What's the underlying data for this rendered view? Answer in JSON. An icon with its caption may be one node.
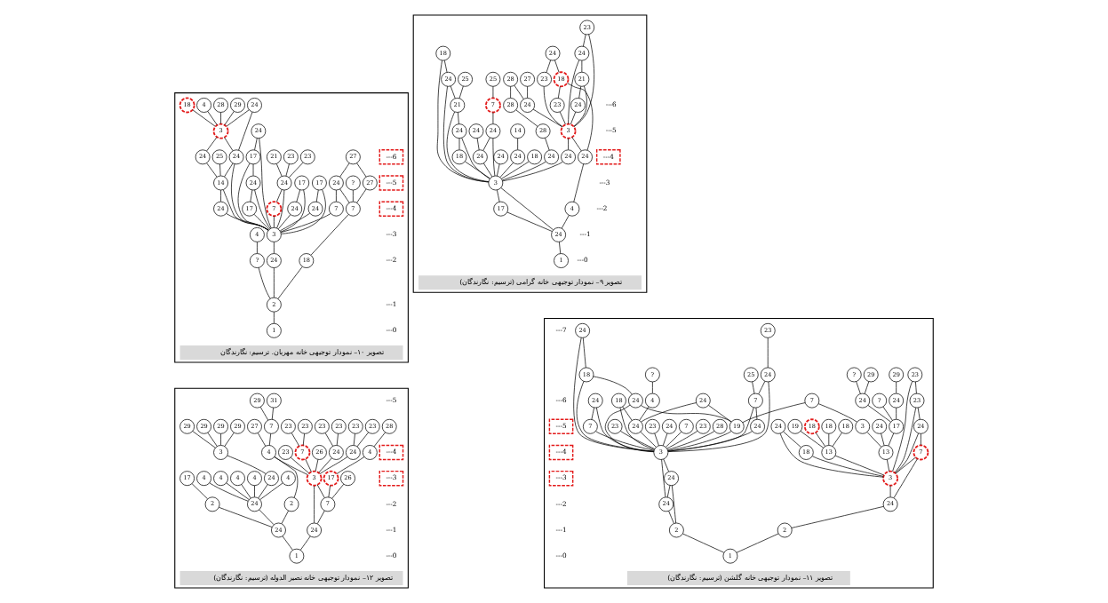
{
  "diagram": {
    "nodes": [
      {
        "text": [
          "تصویر ۱۰– نمودار توجیهی خانه مهربان. ترسیم: نگارندگان"
        ]
      },
      {
        "text": [
          "1"
        ],
        "in": 0
      },
      {
        "text": [
          "2"
        ],
        "in": 0
      },
      {
        "text": [
          "?"
        ],
        "in": 0
      },
      {
        "text": [
          "24"
        ],
        "in": 0
      },
      {
        "text": [
          "18"
        ],
        "in": 0
      },
      {
        "text": [
          "4"
        ],
        "in": 0
      },
      {
        "text": [
          "3"
        ],
        "in": 0
      },
      {
        "text": [
          "7"
        ],
        "in": 0
      },
      {
        "text": [
          "17"
        ],
        "in": 0
      },
      {
        "text": [
          "24"
        ],
        "in": 0
      },
      {
        "text": [
          "17"
        ],
        "in": 0
      },
      {
        "text": [
          "24"
        ],
        "in": 0
      },
      {
        "text": [
          "24"
        ],
        "in": 0
      },
      {
        "text": [
          "14"
        ],
        "in": 0
      },
      {
        "text": [
          "24"
        ],
        "in": 0
      },
      {
        "text": [
          "7"
        ],
        "in": 0
      },
      {
        "text": [
          "24"
        ],
        "in": 0
      },
      {
        "text": [
          "24"
        ],
        "in": 0
      },
      {
        "text": [
          "17"
        ],
        "in": 0
      },
      {
        "text": [
          "24"
        ],
        "in": 0
      },
      {
        "text": [
          "17"
        ],
        "in": 0
      },
      {
        "text": [
          "7"
        ],
        "in": 0
      },
      {
        "text": [
          "24"
        ],
        "in": 0
      },
      {
        "text": [
          "27"
        ],
        "in": 0
      },
      {
        "text": [
          "?"
        ],
        "in": 0
      },
      {
        "text": [
          "25"
        ],
        "in": 0
      },
      {
        "text": [
          "24"
        ],
        "in": 0
      },
      {
        "text": [
          "3"
        ],
        "in": 0
      },
      {
        "text": [
          "24"
        ],
        "in": 0
      },
      {
        "text": [
          "21"
        ],
        "in": 0
      },
      {
        "text": [
          "23"
        ],
        "in": 0
      },
      {
        "text": [
          "23"
        ],
        "in": 0
      },
      {
        "text": [
          "27"
        ],
        "in": 0
      },
      {
        "text": [
          "18"
        ],
        "in": 0
      },
      {
        "text": [
          "4"
        ],
        "in": 0
      },
      {
        "text": [
          "28"
        ],
        "in": 0
      },
      {
        "text": [
          "29"
        ],
        "in": 0
      },
      {
        "text": [
          "تصویر ۹– نمودار توجیهی خانه گرامی (ترسیم: نگارندگان)"
        ]
      },
      {
        "text": [
          "1"
        ],
        "in": 38
      },
      {
        "text": [
          "24"
        ],
        "in": 38
      },
      {
        "text": [
          "17"
        ],
        "in": 38
      },
      {
        "text": [
          "3"
        ],
        "in": 38
      },
      {
        "text": [
          "4"
        ],
        "in": 38
      },
      {
        "text": [
          "18"
        ],
        "in": 38
      },
      {
        "text": [
          "24"
        ],
        "in": 38
      },
      {
        "text": [
          "21"
        ],
        "in": 38
      },
      {
        "text": [
          "24"
        ],
        "in": 38
      },
      {
        "text": [
          "18"
        ],
        "in": 38
      },
      {
        "text": [
          "24"
        ],
        "in": 38
      },
      {
        "text": [
          "24"
        ],
        "in": 38
      },
      {
        "text": [
          "24"
        ],
        "in": 38
      },
      {
        "text": [
          "24"
        ],
        "in": 38
      },
      {
        "text": [
          "24"
        ],
        "in": 38
      },
      {
        "text": [
          "18"
        ],
        "in": 38
      },
      {
        "text": [
          "24"
        ],
        "in": 38
      },
      {
        "text": [
          "24"
        ],
        "in": 38
      },
      {
        "text": [
          "25"
        ],
        "in": 38
      },
      {
        "text": [
          "24"
        ],
        "in": 38
      },
      {
        "text": [
          "7"
        ],
        "in": 38
      },
      {
        "text": [
          "14"
        ],
        "in": 38
      },
      {
        "text": [
          "28"
        ],
        "in": 38
      },
      {
        "text": [
          "3"
        ],
        "in": 38
      },
      {
        "text": [
          "23"
        ],
        "in": 38
      },
      {
        "text": [
          "18"
        ],
        "in": 38
      },
      {
        "text": [
          "25"
        ],
        "in": 38
      },
      {
        "text": [
          "28"
        ],
        "in": 38
      },
      {
        "text": [
          "24"
        ],
        "in": 38
      },
      {
        "text": [
          "24"
        ],
        "in": 38
      },
      {
        "text": [
          "21"
        ],
        "in": 38
      },
      {
        "text": [
          "24"
        ],
        "in": 38
      },
      {
        "text": [
          "23"
        ],
        "in": 38
      },
      {
        "text": [
          "23"
        ],
        "in": 38
      },
      {
        "text": [
          "24"
        ],
        "in": 38
      },
      {
        "text": [
          "28"
        ],
        "in": 38
      },
      {
        "text": [
          "27"
        ],
        "in": 38
      },
      {
        "text": [
          "تصویر ۱۲– نمودار توجیهی خانه نصیر الدوله (ترسیم: نگارندگان)"
        ]
      },
      {
        "text": [
          "1"
        ],
        "in": 76
      },
      {
        "text": [
          "24"
        ],
        "in": 76
      },
      {
        "text": [
          "24"
        ],
        "in": 76
      },
      {
        "text": [
          "7"
        ],
        "in": 76
      },
      {
        "text": [
          "3"
        ],
        "in": 76
      },
      {
        "text": [
          "2"
        ],
        "in": 76
      },
      {
        "text": [
          "2"
        ],
        "in": 76
      },
      {
        "text": [
          "24"
        ],
        "in": 76
      },
      {
        "text": [
          "26"
        ],
        "in": 76
      },
      {
        "text": [
          "17"
        ],
        "in": 76
      },
      {
        "text": [
          "26"
        ],
        "in": 76
      },
      {
        "text": [
          "7"
        ],
        "in": 76
      },
      {
        "text": [
          "24"
        ],
        "in": 76
      },
      {
        "text": [
          "23"
        ],
        "in": 76
      },
      {
        "text": [
          "24"
        ],
        "in": 76
      },
      {
        "text": [
          "4"
        ],
        "in": 76
      },
      {
        "text": [
          "17"
        ],
        "in": 76
      },
      {
        "text": [
          "24"
        ],
        "in": 76
      },
      {
        "text": [
          "4"
        ],
        "in": 76
      },
      {
        "text": [
          "4"
        ],
        "in": 76
      },
      {
        "text": [
          "4"
        ],
        "in": 76
      },
      {
        "text": [
          "4"
        ],
        "in": 76
      },
      {
        "text": [
          "4"
        ],
        "in": 76
      },
      {
        "text": [
          "4"
        ],
        "in": 76
      },
      {
        "text": [
          "23"
        ],
        "in": 76
      },
      {
        "text": [
          "23"
        ],
        "in": 76
      },
      {
        "text": [
          "23"
        ],
        "in": 76
      },
      {
        "text": [
          "23"
        ],
        "in": 76
      },
      {
        "text": [
          "23"
        ],
        "in": 76
      },
      {
        "text": [
          "23"
        ],
        "in": 76
      },
      {
        "text": [
          "7"
        ],
        "in": 76
      },
      {
        "text": [
          "27"
        ],
        "in": 76
      },
      {
        "text": [
          "3"
        ],
        "in": 76
      },
      {
        "text": [
          "28"
        ],
        "in": 76
      },
      {
        "text": [
          "31"
        ],
        "in": 76
      },
      {
        "text": [
          "29"
        ],
        "in": 76
      },
      {
        "text": [
          "29"
        ],
        "in": 76
      },
      {
        "text": [
          "29"
        ],
        "in": 76
      },
      {
        "text": [
          "29"
        ],
        "in": 76
      },
      {
        "text": [
          "29"
        ],
        "in": 76
      },
      {
        "text": [
          "تصویر ۱۱– نمودار توجیهی خانه گلشن (ترسیم: نگارندگان)"
        ]
      },
      {
        "text": [
          "1"
        ],
        "in": 117
      },
      {
        "text": [
          "2"
        ],
        "in": 117
      },
      {
        "text": [
          "2"
        ],
        "in": 117
      },
      {
        "text": [
          "24"
        ],
        "in": 117
      },
      {
        "text": [
          "24"
        ],
        "in": 117
      },
      {
        "text": [
          "24"
        ],
        "in": 117
      },
      {
        "text": [
          "3"
        ],
        "in": 117
      },
      {
        "text": [
          "3"
        ],
        "in": 117
      },
      {
        "text": [
          "7"
        ],
        "in": 117
      },
      {
        "text": [
          "24"
        ],
        "in": 117
      },
      {
        "text": [
          "23"
        ],
        "in": 117
      },
      {
        "text": [
          "23"
        ],
        "in": 117
      },
      {
        "text": [
          "18"
        ],
        "in": 117
      },
      {
        "text": [
          "24"
        ],
        "in": 117
      },
      {
        "text": [
          "13"
        ],
        "in": 117
      },
      {
        "text": [
          "13"
        ],
        "in": 117
      },
      {
        "text": [
          "19"
        ],
        "in": 117
      },
      {
        "text": [
          "24"
        ],
        "in": 117
      },
      {
        "text": [
          "18"
        ],
        "in": 117
      },
      {
        "text": [
          "24"
        ],
        "in": 117
      },
      {
        "text": [
          "7"
        ],
        "in": 117
      },
      {
        "text": [
          "24"
        ],
        "in": 117
      },
      {
        "text": [
          "23"
        ],
        "in": 117
      },
      {
        "text": [
          "24"
        ],
        "in": 117
      },
      {
        "text": [
          "18"
        ],
        "in": 117
      },
      {
        "text": [
          "23"
        ],
        "in": 117
      },
      {
        "text": [
          "24"
        ],
        "in": 117
      },
      {
        "text": [
          "7"
        ],
        "in": 117
      },
      {
        "text": [
          "23"
        ],
        "in": 117
      },
      {
        "text": [
          "28"
        ],
        "in": 117
      },
      {
        "text": [
          "24"
        ],
        "in": 117
      },
      {
        "text": [
          "7"
        ],
        "in": 117
      },
      {
        "text": [
          "24"
        ],
        "in": 117
      },
      {
        "text": [
          "18"
        ],
        "in": 117
      },
      {
        "text": [
          "18"
        ],
        "in": 117
      },
      {
        "text": [
          "18"
        ],
        "in": 117
      },
      {
        "text": [
          "19"
        ],
        "in": 117
      },
      {
        "text": [
          "24"
        ],
        "in": 117
      },
      {
        "text": [
          "17"
        ],
        "in": 117
      },
      {
        "text": [
          "3"
        ],
        "in": 117
      },
      {
        "text": [
          "24"
        ],
        "in": 117
      },
      {
        "text": [
          "4"
        ],
        "in": 117
      },
      {
        "text": [
          "25"
        ],
        "in": 117
      },
      {
        "text": [
          "23"
        ],
        "in": 117
      },
      {
        "text": [
          "?"
        ],
        "in": 117
      },
      {
        "text": [
          "24"
        ],
        "in": 117
      },
      {
        "text": [
          "24"
        ],
        "in": 117
      },
      {
        "text": [
          "7"
        ],
        "in": 117
      },
      {
        "text": [
          "?"
        ],
        "in": 117
      },
      {
        "text": [
          "?"
        ],
        "in": 117
      },
      {
        "text": [
          "29"
        ],
        "in": 117
      },
      {
        "text": [
          "29"
        ],
        "in": 117
      }
    ],
    "edges": [
      {
        "from": 1,
        "to": 2,
        "arrow": "none"
      },
      {
        "from": 2,
        "to": 3,
        "arrow": "none"
      },
      {
        "from": 2,
        "to": 4,
        "arrow": "none"
      },
      {
        "from": 2,
        "to": 5,
        "arrow": "none"
      },
      {
        "from": 3,
        "to": 6,
        "arrow": "none"
      },
      {
        "from": 4,
        "to": 7,
        "arrow": "none"
      },
      {
        "from": 5,
        "to": 8,
        "arrow": "none"
      },
      {
        "from": 9,
        "to": 10,
        "arrow": "none"
      },
      {
        "from": 10,
        "to": 11,
        "arrow": "none"
      },
      {
        "from": 11,
        "to": 12,
        "arrow": "none"
      },
      {
        "from": 13,
        "to": 14,
        "arrow": "none"
      },
      {
        "from": 14,
        "to": 15,
        "arrow": "none"
      },
      {
        "from": 16,
        "to": 17,
        "arrow": "none"
      },
      {
        "from": 18,
        "to": 19,
        "arrow": "none"
      },
      {
        "from": 20,
        "to": 21,
        "arrow": "none"
      },
      {
        "from": 22,
        "to": 23,
        "arrow": "none"
      },
      {
        "from": 7,
        "to": 9,
        "arrow": "none"
      },
      {
        "from": 7,
        "to": 10,
        "arrow": "none"
      },
      {
        "from": 7,
        "to": 11,
        "arrow": "none"
      },
      {
        "from": 7,
        "to": 12,
        "arrow": "none"
      },
      {
        "from": 7,
        "to": 13,
        "arrow": "none"
      },
      {
        "from": 7,
        "to": 14,
        "arrow": "none"
      },
      {
        "from": 7,
        "to": 15,
        "arrow": "none"
      },
      {
        "from": 7,
        "to": 16,
        "arrow": "none"
      },
      {
        "from": 7,
        "to": 17,
        "arrow": "none"
      },
      {
        "from": 7,
        "to": 18,
        "arrow": "none"
      },
      {
        "from": 7,
        "to": 19,
        "arrow": "none"
      },
      {
        "from": 7,
        "to": 20,
        "arrow": "none"
      },
      {
        "from": 7,
        "to": 21,
        "arrow": "none"
      },
      {
        "from": 7,
        "to": 22,
        "arrow": "none"
      },
      {
        "from": 8,
        "to": 23,
        "arrow": "none"
      },
      {
        "from": 8,
        "to": 24,
        "arrow": "none"
      },
      {
        "from": 8,
        "to": 25,
        "arrow": "none"
      },
      {
        "from": 14,
        "to": 26,
        "arrow": "none"
      },
      {
        "from": 14,
        "to": 27,
        "arrow": "none"
      },
      {
        "from": 27,
        "to": 28,
        "arrow": "none"
      },
      {
        "from": 28,
        "to": 29,
        "arrow": "none"
      },
      {
        "from": 15,
        "to": 28,
        "arrow": "none"
      },
      {
        "from": 15,
        "to": 29,
        "arrow": "none"
      },
      {
        "from": 17,
        "to": 30,
        "arrow": "none"
      },
      {
        "from": 17,
        "to": 31,
        "arrow": "none"
      },
      {
        "from": 17,
        "to": 32,
        "arrow": "none"
      },
      {
        "from": 23,
        "to": 33,
        "arrow": "none"
      },
      {
        "from": 24,
        "to": 33,
        "arrow": "none"
      },
      {
        "from": 28,
        "to": 34,
        "arrow": "none"
      },
      {
        "from": 28,
        "to": 35,
        "arrow": "none"
      },
      {
        "from": 28,
        "to": 36,
        "arrow": "none"
      },
      {
        "from": 28,
        "to": 37,
        "arrow": "none"
      },
      {
        "from": 39,
        "to": 40,
        "arrow": "none"
      },
      {
        "from": 40,
        "to": 41,
        "arrow": "none"
      },
      {
        "from": 40,
        "to": 42,
        "arrow": "none"
      },
      {
        "from": 40,
        "to": 43,
        "arrow": "none"
      },
      {
        "from": 41,
        "to": 42,
        "arrow": "none"
      },
      {
        "from": 44,
        "to": 45,
        "arrow": "none"
      },
      {
        "from": 45,
        "to": 46,
        "arrow": "none"
      },
      {
        "from": 46,
        "to": 47,
        "arrow": "none"
      },
      {
        "from": 47,
        "to": 48,
        "arrow": "none"
      },
      {
        "from": 49,
        "to": 50,
        "arrow": "none"
      },
      {
        "from": 42,
        "to": 44,
        "arrow": "none"
      },
      {
        "from": 42,
        "to": 45,
        "arrow": "none"
      },
      {
        "from": 42,
        "to": 46,
        "arrow": "none"
      },
      {
        "from": 42,
        "to": 47,
        "arrow": "none"
      },
      {
        "from": 42,
        "to": 48,
        "arrow": "none"
      },
      {
        "from": 42,
        "to": 49,
        "arrow": "none"
      },
      {
        "from": 42,
        "to": 50,
        "arrow": "none"
      },
      {
        "from": 42,
        "to": 51,
        "arrow": "none"
      },
      {
        "from": 42,
        "to": 52,
        "arrow": "none"
      },
      {
        "from": 42,
        "to": 53,
        "arrow": "none"
      },
      {
        "from": 42,
        "to": 54,
        "arrow": "none"
      },
      {
        "from": 42,
        "to": 55,
        "arrow": "none"
      },
      {
        "from": 43,
        "to": 56,
        "arrow": "none"
      },
      {
        "from": 46,
        "to": 57,
        "arrow": "none"
      },
      {
        "from": 49,
        "to": 58,
        "arrow": "none"
      },
      {
        "from": 50,
        "to": 59,
        "arrow": "none"
      },
      {
        "from": 51,
        "to": 60,
        "arrow": "none"
      },
      {
        "from": 53,
        "to": 61,
        "arrow": "none"
      },
      {
        "from": 55,
        "to": 62,
        "arrow": "none"
      },
      {
        "from": 56,
        "to": 62,
        "arrow": "none"
      },
      {
        "from": 56,
        "to": 64,
        "arrow": "none"
      },
      {
        "from": 62,
        "to": 63,
        "arrow": "none"
      },
      {
        "from": 63,
        "to": 64,
        "arrow": "none"
      },
      {
        "from": 59,
        "to": 65,
        "arrow": "none"
      },
      {
        "from": 61,
        "to": 66,
        "arrow": "none"
      },
      {
        "from": 62,
        "to": 67,
        "arrow": "none"
      },
      {
        "from": 68,
        "to": 69,
        "arrow": "none"
      },
      {
        "from": 69,
        "to": 70,
        "arrow": "none"
      },
      {
        "from": 70,
        "to": 71,
        "arrow": "none"
      },
      {
        "from": 72,
        "to": 73,
        "arrow": "none"
      },
      {
        "from": 62,
        "to": 68,
        "arrow": "none"
      },
      {
        "from": 62,
        "to": 69,
        "arrow": "none"
      },
      {
        "from": 62,
        "to": 70,
        "arrow": "none"
      },
      {
        "from": 62,
        "to": 71,
        "arrow": "none"
      },
      {
        "from": 62,
        "to": 72,
        "arrow": "none"
      },
      {
        "from": 64,
        "to": 73,
        "arrow": "none"
      },
      {
        "from": 66,
        "to": 74,
        "arrow": "none"
      },
      {
        "from": 67,
        "to": 74,
        "arrow": "none"
      },
      {
        "from": 67,
        "to": 75,
        "arrow": "none"
      },
      {
        "from": 77,
        "to": 78,
        "arrow": "none"
      },
      {
        "from": 77,
        "to": 79,
        "arrow": "none"
      },
      {
        "from": 78,
        "to": 80,
        "arrow": "none"
      },
      {
        "from": 78,
        "to": 81,
        "arrow": "none"
      },
      {
        "from": 80,
        "to": 81,
        "arrow": "none"
      },
      {
        "from": 79,
        "to": 82,
        "arrow": "none"
      },
      {
        "from": 79,
        "to": 83,
        "arrow": "none"
      },
      {
        "from": 79,
        "to": 84,
        "arrow": "none"
      },
      {
        "from": 80,
        "to": 85,
        "arrow": "none"
      },
      {
        "from": 80,
        "to": 86,
        "arrow": "none"
      },
      {
        "from": 81,
        "to": 87,
        "arrow": "none"
      },
      {
        "from": 81,
        "to": 88,
        "arrow": "none"
      },
      {
        "from": 81,
        "to": 89,
        "arrow": "none"
      },
      {
        "from": 81,
        "to": 90,
        "arrow": "none"
      },
      {
        "from": 81,
        "to": 91,
        "arrow": "none"
      },
      {
        "from": 81,
        "to": 92,
        "arrow": "none"
      },
      {
        "from": 82,
        "to": 92,
        "arrow": "none"
      },
      {
        "from": 83,
        "to": 93,
        "arrow": "none"
      },
      {
        "from": 84,
        "to": 94,
        "arrow": "none"
      },
      {
        "from": 84,
        "to": 95,
        "arrow": "none"
      },
      {
        "from": 84,
        "to": 96,
        "arrow": "none"
      },
      {
        "from": 84,
        "to": 97,
        "arrow": "none"
      },
      {
        "from": 84,
        "to": 98,
        "arrow": "none"
      },
      {
        "from": 84,
        "to": 99,
        "arrow": "none"
      },
      {
        "from": 86,
        "to": 100,
        "arrow": "none"
      },
      {
        "from": 88,
        "to": 101,
        "arrow": "none"
      },
      {
        "from": 88,
        "to": 102,
        "arrow": "none"
      },
      {
        "from": 89,
        "to": 103,
        "arrow": "none"
      },
      {
        "from": 89,
        "to": 104,
        "arrow": "none"
      },
      {
        "from": 91,
        "to": 105,
        "arrow": "none"
      },
      {
        "from": 91,
        "to": 106,
        "arrow": "none"
      },
      {
        "from": 92,
        "to": 107,
        "arrow": "none"
      },
      {
        "from": 92,
        "to": 108,
        "arrow": "none"
      },
      {
        "from": 94,
        "to": 109,
        "arrow": "none"
      },
      {
        "from": 100,
        "to": 110,
        "arrow": "none"
      },
      {
        "from": 107,
        "to": 111,
        "arrow": "none"
      },
      {
        "from": 107,
        "to": 112,
        "arrow": "none"
      },
      {
        "from": 109,
        "to": 113,
        "arrow": "none"
      },
      {
        "from": 109,
        "to": 114,
        "arrow": "none"
      },
      {
        "from": 109,
        "to": 115,
        "arrow": "none"
      },
      {
        "from": 109,
        "to": 116,
        "arrow": "none"
      },
      {
        "from": 118,
        "to": 119,
        "arrow": "none"
      },
      {
        "from": 118,
        "to": 120,
        "arrow": "none"
      },
      {
        "from": 119,
        "to": 121,
        "arrow": "none"
      },
      {
        "from": 120,
        "to": 122,
        "arrow": "none"
      },
      {
        "from": 120,
        "to": 123,
        "arrow": "none"
      },
      {
        "from": 122,
        "to": 123,
        "arrow": "none"
      },
      {
        "from": 121,
        "to": 124,
        "arrow": "none"
      },
      {
        "from": 122,
        "to": 125,
        "arrow": "none"
      },
      {
        "from": 123,
        "to": 125,
        "arrow": "none"
      },
      {
        "from": 126,
        "to": 127,
        "arrow": "none"
      },
      {
        "from": 127,
        "to": 128,
        "arrow": "none"
      },
      {
        "from": 128,
        "to": 129,
        "arrow": "none"
      },
      {
        "from": 130,
        "to": 131,
        "arrow": "none"
      },
      {
        "from": 121,
        "to": 126,
        "arrow": "none"
      },
      {
        "from": 124,
        "to": 126,
        "arrow": "none"
      },
      {
        "from": 124,
        "to": 127,
        "arrow": "none"
      },
      {
        "from": 124,
        "to": 128,
        "arrow": "none"
      },
      {
        "from": 124,
        "to": 129,
        "arrow": "none"
      },
      {
        "from": 124,
        "to": 130,
        "arrow": "none"
      },
      {
        "from": 124,
        "to": 131,
        "arrow": "none"
      },
      {
        "from": 124,
        "to": 132,
        "arrow": "none"
      },
      {
        "from": 124,
        "to": 133,
        "arrow": "none"
      },
      {
        "from": 125,
        "to": 134,
        "arrow": "none"
      },
      {
        "from": 125,
        "to": 135,
        "arrow": "none"
      },
      {
        "from": 125,
        "to": 136,
        "arrow": "none"
      },
      {
        "from": 125,
        "to": 137,
        "arrow": "none"
      },
      {
        "from": 125,
        "to": 138,
        "arrow": "none"
      },
      {
        "from": 125,
        "to": 139,
        "arrow": "none"
      },
      {
        "from": 125,
        "to": 140,
        "arrow": "none"
      },
      {
        "from": 125,
        "to": 141,
        "arrow": "none"
      },
      {
        "from": 125,
        "to": 142,
        "arrow": "none"
      },
      {
        "from": 125,
        "to": 143,
        "arrow": "none"
      },
      {
        "from": 125,
        "to": 144,
        "arrow": "none"
      },
      {
        "from": 125,
        "to": 145,
        "arrow": "none"
      },
      {
        "from": 125,
        "to": 146,
        "arrow": "none"
      },
      {
        "from": 125,
        "to": 147,
        "arrow": "none"
      },
      {
        "from": 125,
        "to": 148,
        "arrow": "none"
      },
      {
        "from": 125,
        "to": 149,
        "arrow": "none"
      },
      {
        "from": 125,
        "to": 150,
        "arrow": "none"
      },
      {
        "from": 134,
        "to": 135,
        "arrow": "none"
      },
      {
        "from": 135,
        "to": 136,
        "arrow": "none"
      },
      {
        "from": 136,
        "to": 137,
        "arrow": "none"
      },
      {
        "from": 138,
        "to": 139,
        "arrow": "none"
      },
      {
        "from": 141,
        "to": 142,
        "arrow": "none"
      },
      {
        "from": 148,
        "to": 149,
        "arrow": "none"
      },
      {
        "from": 149,
        "to": 150,
        "arrow": "none"
      },
      {
        "from": 132,
        "to": 151,
        "arrow": "none"
      },
      {
        "from": 132,
        "to": 152,
        "arrow": "none"
      },
      {
        "from": 132,
        "to": 153,
        "arrow": "none"
      },
      {
        "from": 132,
        "to": 154,
        "arrow": "none"
      },
      {
        "from": 133,
        "to": 155,
        "arrow": "none"
      },
      {
        "from": 133,
        "to": 156,
        "arrow": "none"
      },
      {
        "from": 133,
        "to": 157,
        "arrow": "none"
      },
      {
        "from": 141,
        "to": 158,
        "arrow": "none"
      },
      {
        "from": 134,
        "to": 158,
        "arrow": "none"
      },
      {
        "from": 141,
        "to": 159,
        "arrow": "none"
      },
      {
        "from": 149,
        "to": 160,
        "arrow": "none"
      },
      {
        "from": 150,
        "to": 161,
        "arrow": "none"
      },
      {
        "from": 156,
        "to": 162,
        "arrow": "none"
      },
      {
        "from": 156,
        "to": 163,
        "arrow": "none"
      },
      {
        "from": 156,
        "to": 164,
        "arrow": "none"
      },
      {
        "from": 157,
        "to": 165,
        "arrow": "none"
      },
      {
        "from": 134,
        "to": 165,
        "arrow": "none"
      },
      {
        "from": 159,
        "to": 166,
        "arrow": "none"
      },
      {
        "from": 163,
        "to": 167,
        "arrow": "none"
      },
      {
        "from": 163,
        "to": 168,
        "arrow": "none"
      },
      {
        "from": 164,
        "to": 169,
        "arrow": "none"
      }
    ],
    "labels": [
      "---6",
      "---5",
      "---4",
      "---3",
      "---2",
      "---1",
      "---0",
      "---6",
      "---5",
      "---4",
      "---3",
      "---2",
      "---1",
      "---0",
      "---5",
      "---4",
      "---3",
      "---2",
      "---1",
      "---0",
      "---7",
      "---6",
      "---5",
      "---4",
      "---3",
      "---2",
      "---1",
      "---0"
    ]
  }
}
